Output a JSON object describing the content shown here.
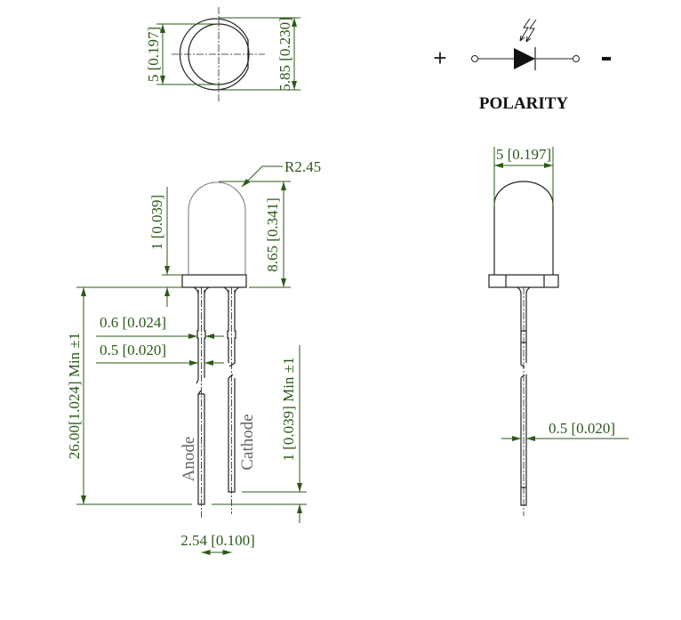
{
  "colors": {
    "dimension": "#2b5a17",
    "outline": "#222222"
  },
  "top_view": {
    "diameter_label": "5 [0.197]",
    "flange_label": "5.85 [0.230]"
  },
  "polarity": {
    "plus": "+",
    "minus": "-",
    "title": "POLARITY"
  },
  "front_view": {
    "radius_label": "R2.45",
    "height_label": "8.65 [0.341]",
    "flange_thickness_label": "1 [0.039]",
    "lead_length_label": "26.00[1.024] Min ±1",
    "lead_wide_label": "0.6 [0.024]",
    "lead_narrow_label": "0.5 [0.020]",
    "lead_offset_label": "1 [0.039] Min ±1",
    "pitch_label": "2.54 [0.100]",
    "anode_label": "Anode",
    "cathode_label": "Cathode"
  },
  "side_view": {
    "diameter_label": "5 [0.197]",
    "lead_label": "0.5 [0.020]"
  }
}
